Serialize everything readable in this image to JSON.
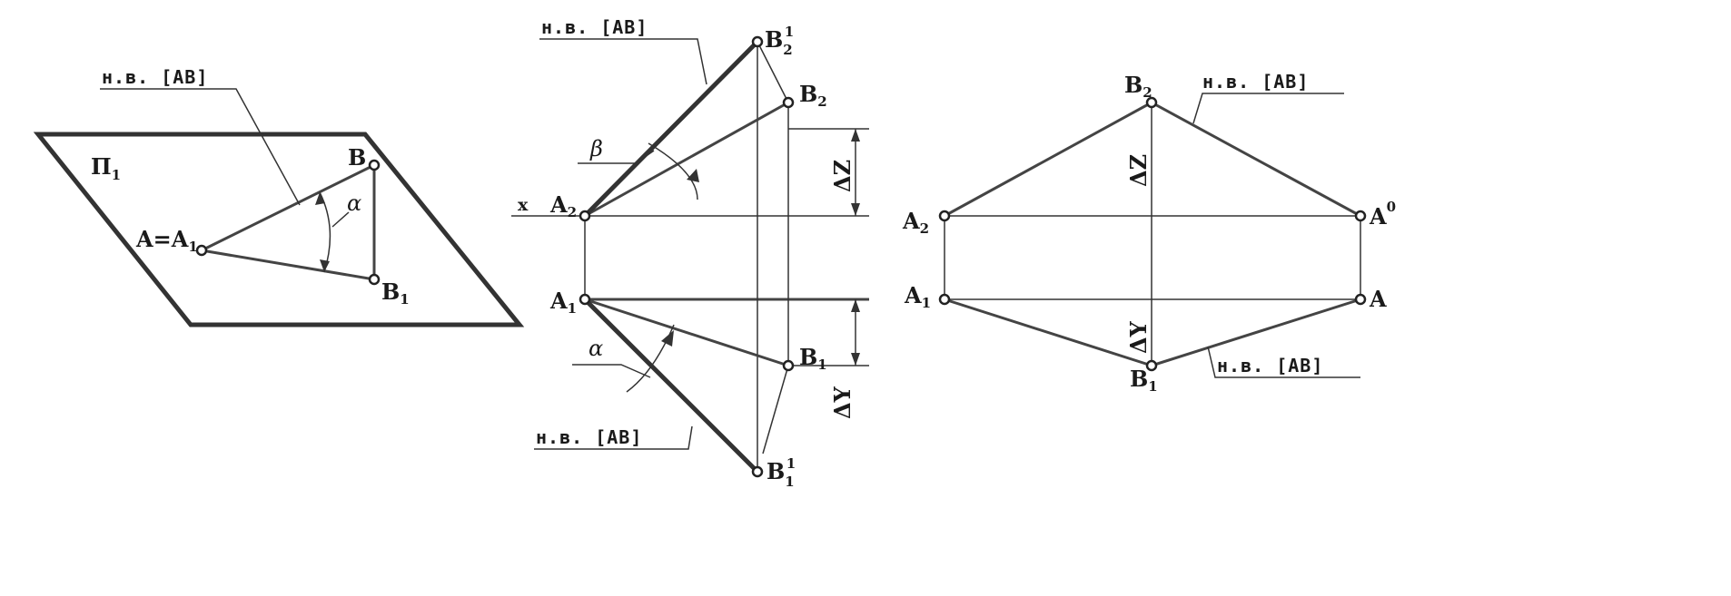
{
  "figure1": {
    "plane_label": "П",
    "plane_index": "1",
    "true_length_label": "н.в. [AB]",
    "point_a": "A=A",
    "point_a_index": "1",
    "point_b": "B",
    "point_b1": "B",
    "point_b1_index": "1",
    "angle": "α"
  },
  "figure2": {
    "axis": "x",
    "a2": "A",
    "a2_index": "2",
    "a1": "A",
    "a1_index": "1",
    "b2": "B",
    "b2_index": "2",
    "b1": "B",
    "b1_index": "1",
    "b2_rot": "B",
    "b2_rot_sub": "2",
    "b2_rot_sup": "1",
    "b1_rot": "B",
    "b1_rot_sub": "1",
    "b1_rot_sup": "1",
    "true_length_top": "н.в. [AB]",
    "true_length_bottom": "н.в. [AB]",
    "beta": "β",
    "alpha": "α",
    "delta_z": "ΔZ",
    "delta_y": "ΔY"
  },
  "figure3": {
    "b2": "B",
    "b2_index": "2",
    "a2": "A",
    "a2_index": "2",
    "a0": "A",
    "a0_sup": "0",
    "a1": "A",
    "a1_index": "1",
    "a": "A",
    "b1": "B",
    "b1_index": "1",
    "true_length_top": "н.в. [AB]",
    "true_length_bottom": "н.в. [AB]",
    "delta_z": "ΔZ",
    "delta_y": "ΔY"
  }
}
